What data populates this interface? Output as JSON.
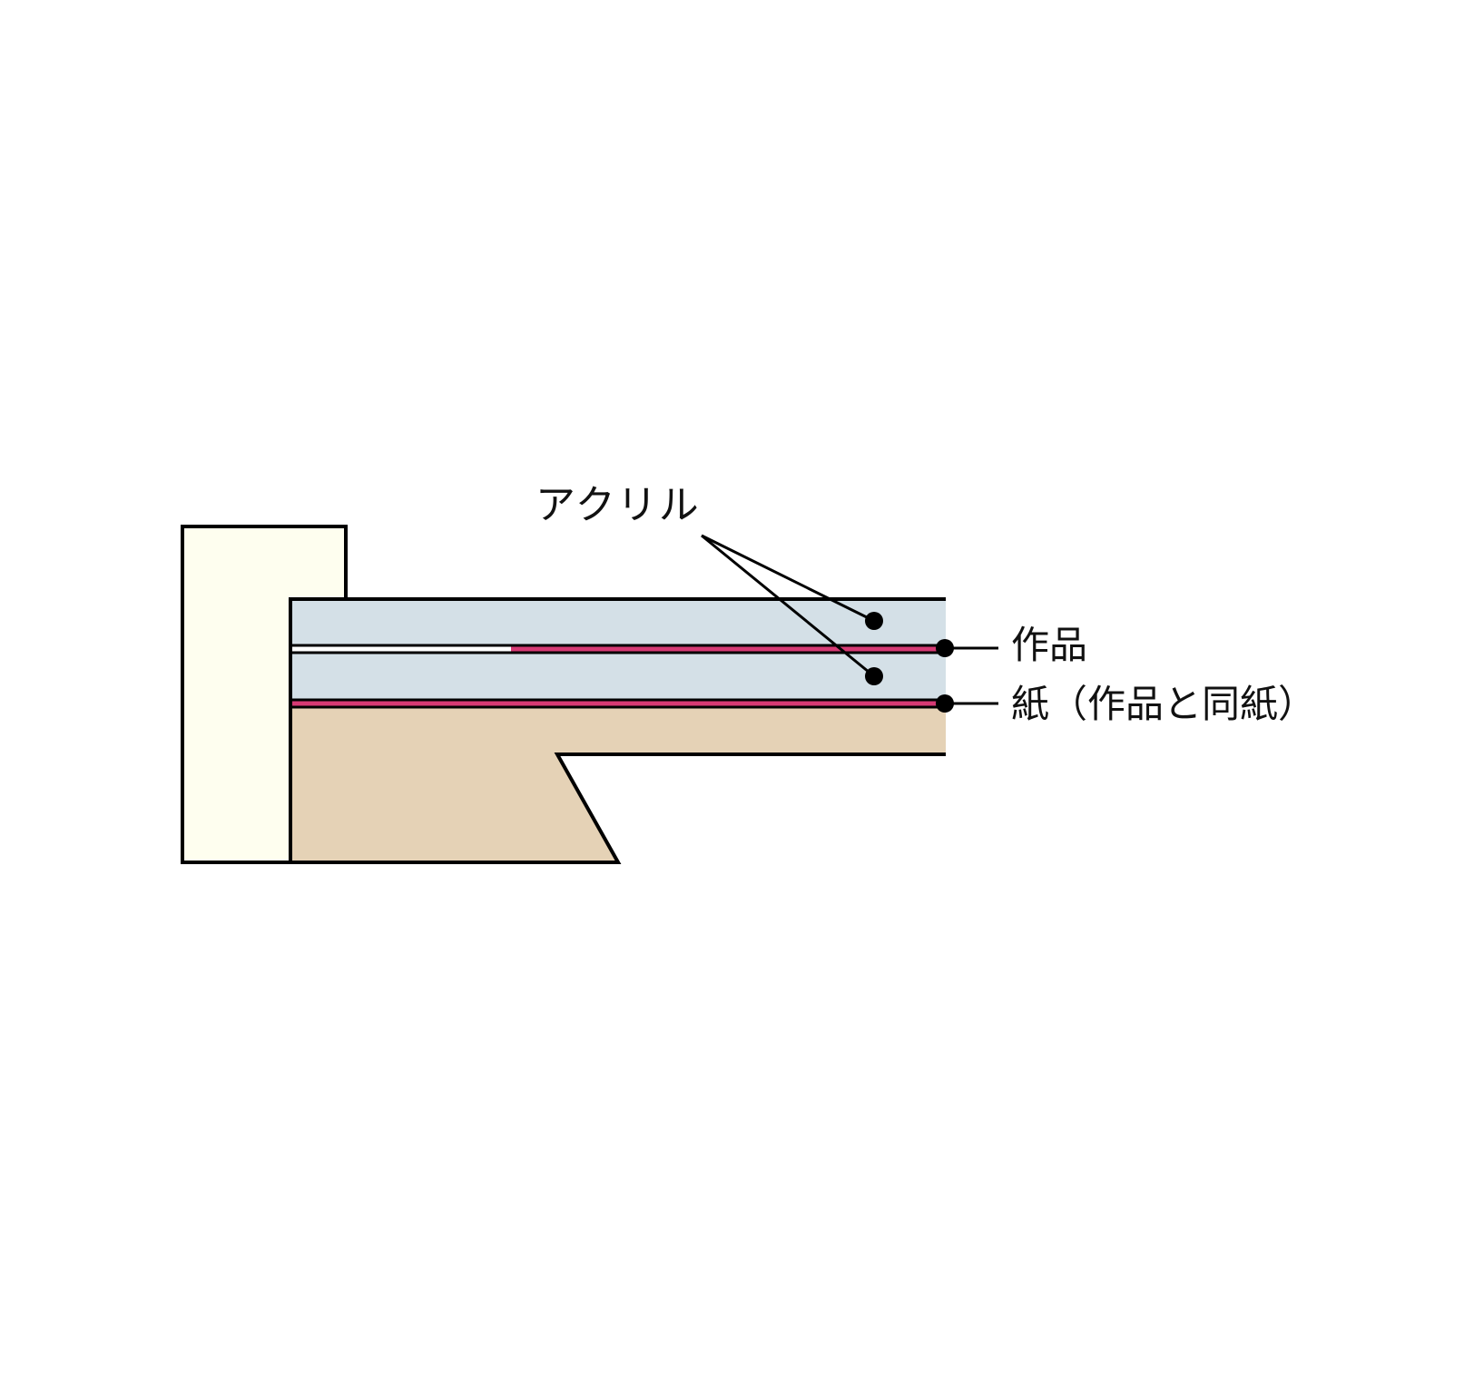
{
  "diagram": {
    "type": "cross-section",
    "labels": {
      "acrylic": "アクリル",
      "work": "作品",
      "paper": "紙（作品と同紙）"
    },
    "colors": {
      "frame_outer": "#FEFEEF",
      "acrylic": "#D4E0E7",
      "work_strip": "#D63A74",
      "backing": "#E5D2B6",
      "gap": "#FFFFFF",
      "stroke": "#000000"
    },
    "layers": [
      {
        "name": "acrylic-top",
        "label_ref": "acrylic"
      },
      {
        "name": "work",
        "label_ref": "work"
      },
      {
        "name": "acrylic-bottom",
        "label_ref": "acrylic"
      },
      {
        "name": "paper",
        "label_ref": "paper"
      },
      {
        "name": "backing-board"
      }
    ]
  }
}
